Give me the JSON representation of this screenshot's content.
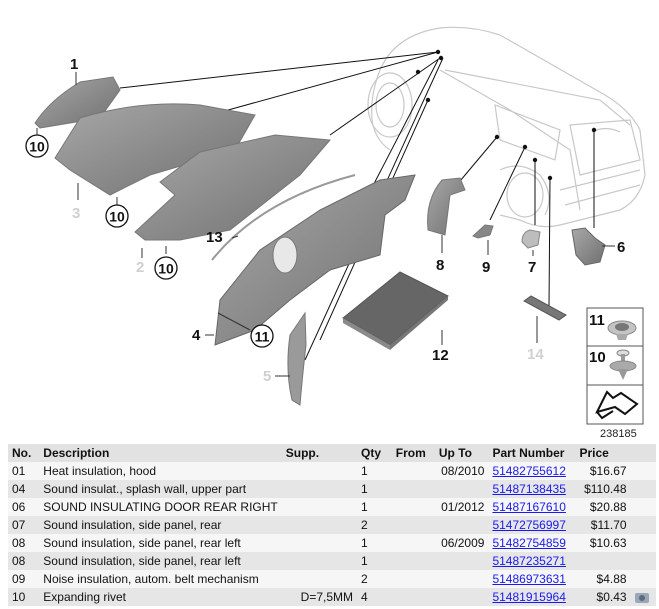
{
  "diagram": {
    "figure_id": "238185",
    "callouts": [
      {
        "id": "c1",
        "label": "1",
        "faded": false
      },
      {
        "id": "c2",
        "label": "2",
        "faded": true
      },
      {
        "id": "c3",
        "label": "3",
        "faded": true
      },
      {
        "id": "c4",
        "label": "4",
        "faded": false
      },
      {
        "id": "c5",
        "label": "5",
        "faded": true
      },
      {
        "id": "c6",
        "label": "6",
        "faded": false
      },
      {
        "id": "c7",
        "label": "7",
        "faded": false
      },
      {
        "id": "c8",
        "label": "8",
        "faded": false
      },
      {
        "id": "c9",
        "label": "9",
        "faded": false
      },
      {
        "id": "c10a",
        "label": "10",
        "faded": false,
        "circled": true
      },
      {
        "id": "c10b",
        "label": "10",
        "faded": false,
        "circled": true
      },
      {
        "id": "c10c",
        "label": "10",
        "faded": false,
        "circled": true
      },
      {
        "id": "c11",
        "label": "11",
        "faded": false,
        "circled": true
      },
      {
        "id": "c12",
        "label": "12",
        "faded": false
      },
      {
        "id": "c13",
        "label": "13",
        "faded": false
      },
      {
        "id": "c14",
        "label": "14",
        "faded": true
      }
    ],
    "legend": [
      {
        "label": "11",
        "icon": "grommet-icon"
      },
      {
        "label": "10",
        "icon": "expanding-rivet-icon"
      },
      {
        "label": "",
        "icon": "direction-arrow-icon"
      }
    ]
  },
  "table": {
    "headers": {
      "no": "No.",
      "description": "Description",
      "supp": "Supp.",
      "qty": "Qty",
      "from": "From",
      "up_to": "Up To",
      "part_number": "Part Number",
      "price": "Price"
    },
    "rows": [
      {
        "no": "01",
        "description": "Heat insulation, hood",
        "supp": "",
        "qty": "1",
        "from": "",
        "up_to": "08/2010",
        "part_number": "51482755612",
        "price": "$16.67",
        "has_photo": false
      },
      {
        "no": "04",
        "description": "Sound insulat., splash wall, upper part",
        "supp": "",
        "qty": "1",
        "from": "",
        "up_to": "",
        "part_number": "51487138435",
        "price": "$110.48",
        "has_photo": false
      },
      {
        "no": "06",
        "description": "SOUND INSULATING DOOR REAR RIGHT",
        "supp": "",
        "qty": "1",
        "from": "",
        "up_to": "01/2012",
        "part_number": "51487167610",
        "price": "$20.88",
        "has_photo": false
      },
      {
        "no": "07",
        "description": "Sound insulation, side panel, rear",
        "supp": "",
        "qty": "2",
        "from": "",
        "up_to": "",
        "part_number": "51472756997",
        "price": "$11.70",
        "has_photo": false
      },
      {
        "no": "08",
        "description": "Sound insulation, side panel, rear left",
        "supp": "",
        "qty": "1",
        "from": "",
        "up_to": "06/2009",
        "part_number": "51482754859",
        "price": "$10.63",
        "has_photo": false
      },
      {
        "no": "08",
        "description": "Sound insulation, side panel, rear left",
        "supp": "",
        "qty": "1",
        "from": "",
        "up_to": "",
        "part_number": "51487235271",
        "price": "",
        "has_photo": false
      },
      {
        "no": "09",
        "description": "Noise insulation, autom. belt mechanism",
        "supp": "",
        "qty": "2",
        "from": "",
        "up_to": "",
        "part_number": "51486973631",
        "price": "$4.88",
        "has_photo": false
      },
      {
        "no": "10",
        "description": "Expanding rivet",
        "supp": "D=7,5MM",
        "qty": "4",
        "from": "",
        "up_to": "",
        "part_number": "51481915964",
        "price": "$0.43",
        "has_photo": true
      }
    ]
  },
  "colors": {
    "link": "#1a1aee",
    "header_bg": "#e2e2e2",
    "row_alt_bg": "#e6e6e6",
    "row_bg": "#f6f6f6",
    "part_fill": "#8c8c8c"
  }
}
